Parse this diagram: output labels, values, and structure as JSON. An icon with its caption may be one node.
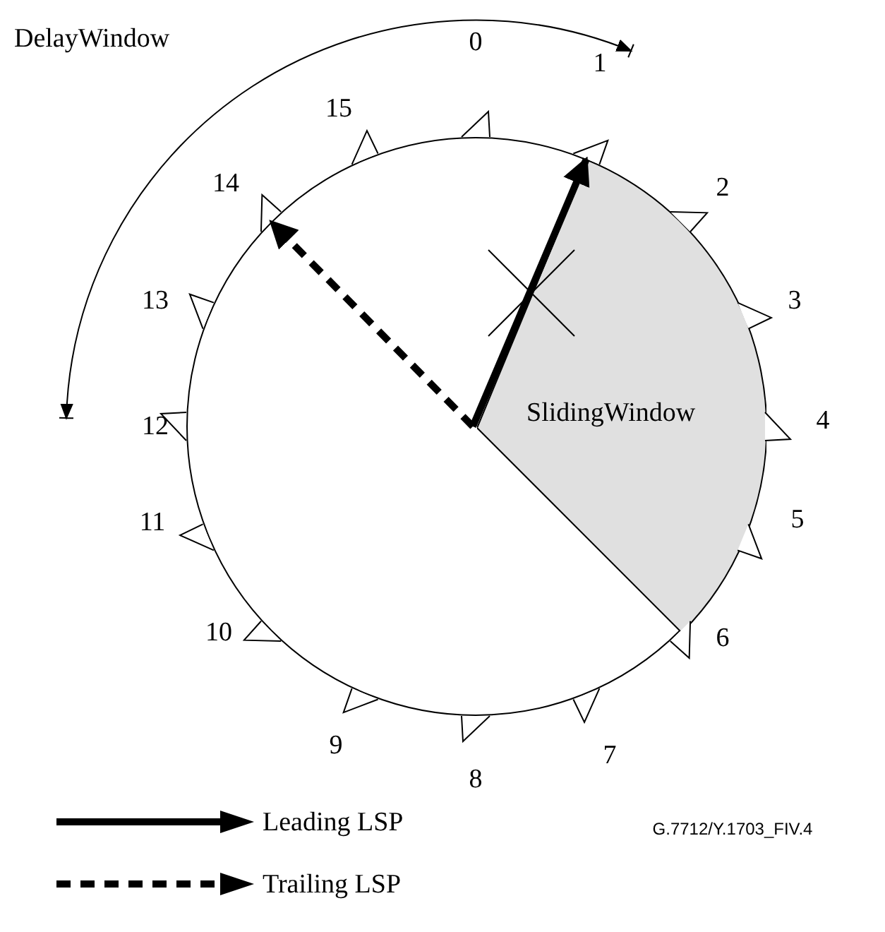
{
  "diagram": {
    "nodes": [
      {
        "text": [],
        "shape": "circle"
      },
      {
        "text": [
          "SlidingWindow"
        ],
        "in": 0
      }
    ],
    "labels": [
      "DelayWindow",
      "0",
      "1",
      "2",
      "3",
      "4",
      "5",
      "6",
      "7",
      "8",
      "9",
      "10",
      "11",
      "12",
      "13",
      "14",
      "15",
      "G.7712/Y.1703_FIV.4"
    ],
    "legend": [
      {
        "text": "Leading LSP"
      },
      {
        "text": "Trailing LSP"
      }
    ]
  }
}
